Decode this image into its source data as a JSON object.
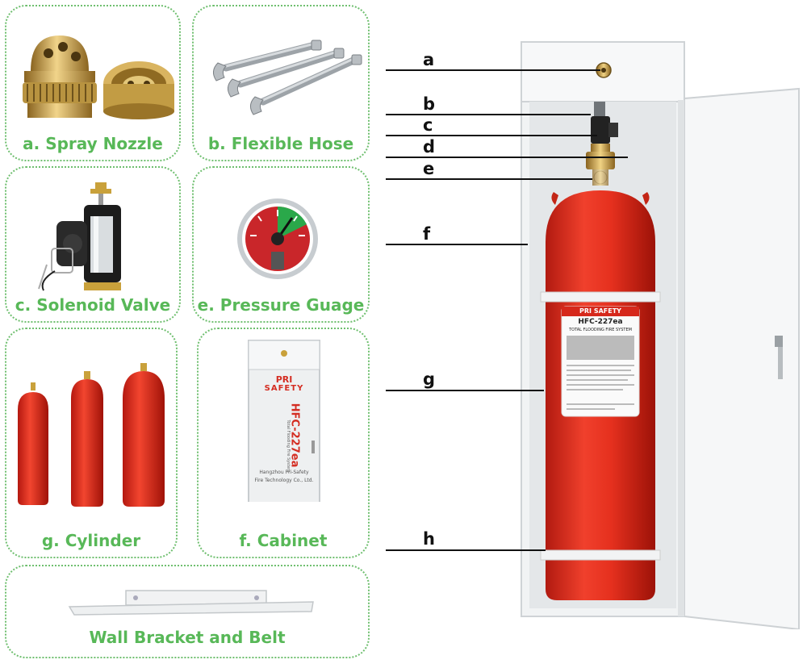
{
  "panels": {
    "spray_nozzle": "a. Spray Nozzle",
    "flexible_hose": "b. Flexible Hose",
    "solenoid_valve": "c. Solenoid Valve",
    "pressure_gauge": "e. Pressure Guage",
    "cylinder": "g. Cylinder",
    "cabinet": "f. Cabinet",
    "wall_bracket": "Wall Bracket and Belt"
  },
  "cabinet_label": {
    "brand_top": "PRI",
    "brand_bottom": "SAFETY",
    "model": "HFC-227ea",
    "system": "Total Flooding Fire System",
    "maker_line1": "Hangzhou Pri-Safety",
    "maker_line2": "Fire Technology Co., Ltd."
  },
  "cylinder_label": {
    "brand": "PRI SAFETY",
    "model": "HFC-227ea",
    "system": "TOTAL FLOODING FIRE SYSTEM"
  },
  "callouts": [
    "a",
    "b",
    "c",
    "d",
    "e",
    "f",
    "g",
    "h"
  ],
  "colors": {
    "panel_border": "#6fbf6f",
    "caption": "#58b858",
    "cylinder_red": "#e8291c",
    "brass": "#c9a13b"
  }
}
